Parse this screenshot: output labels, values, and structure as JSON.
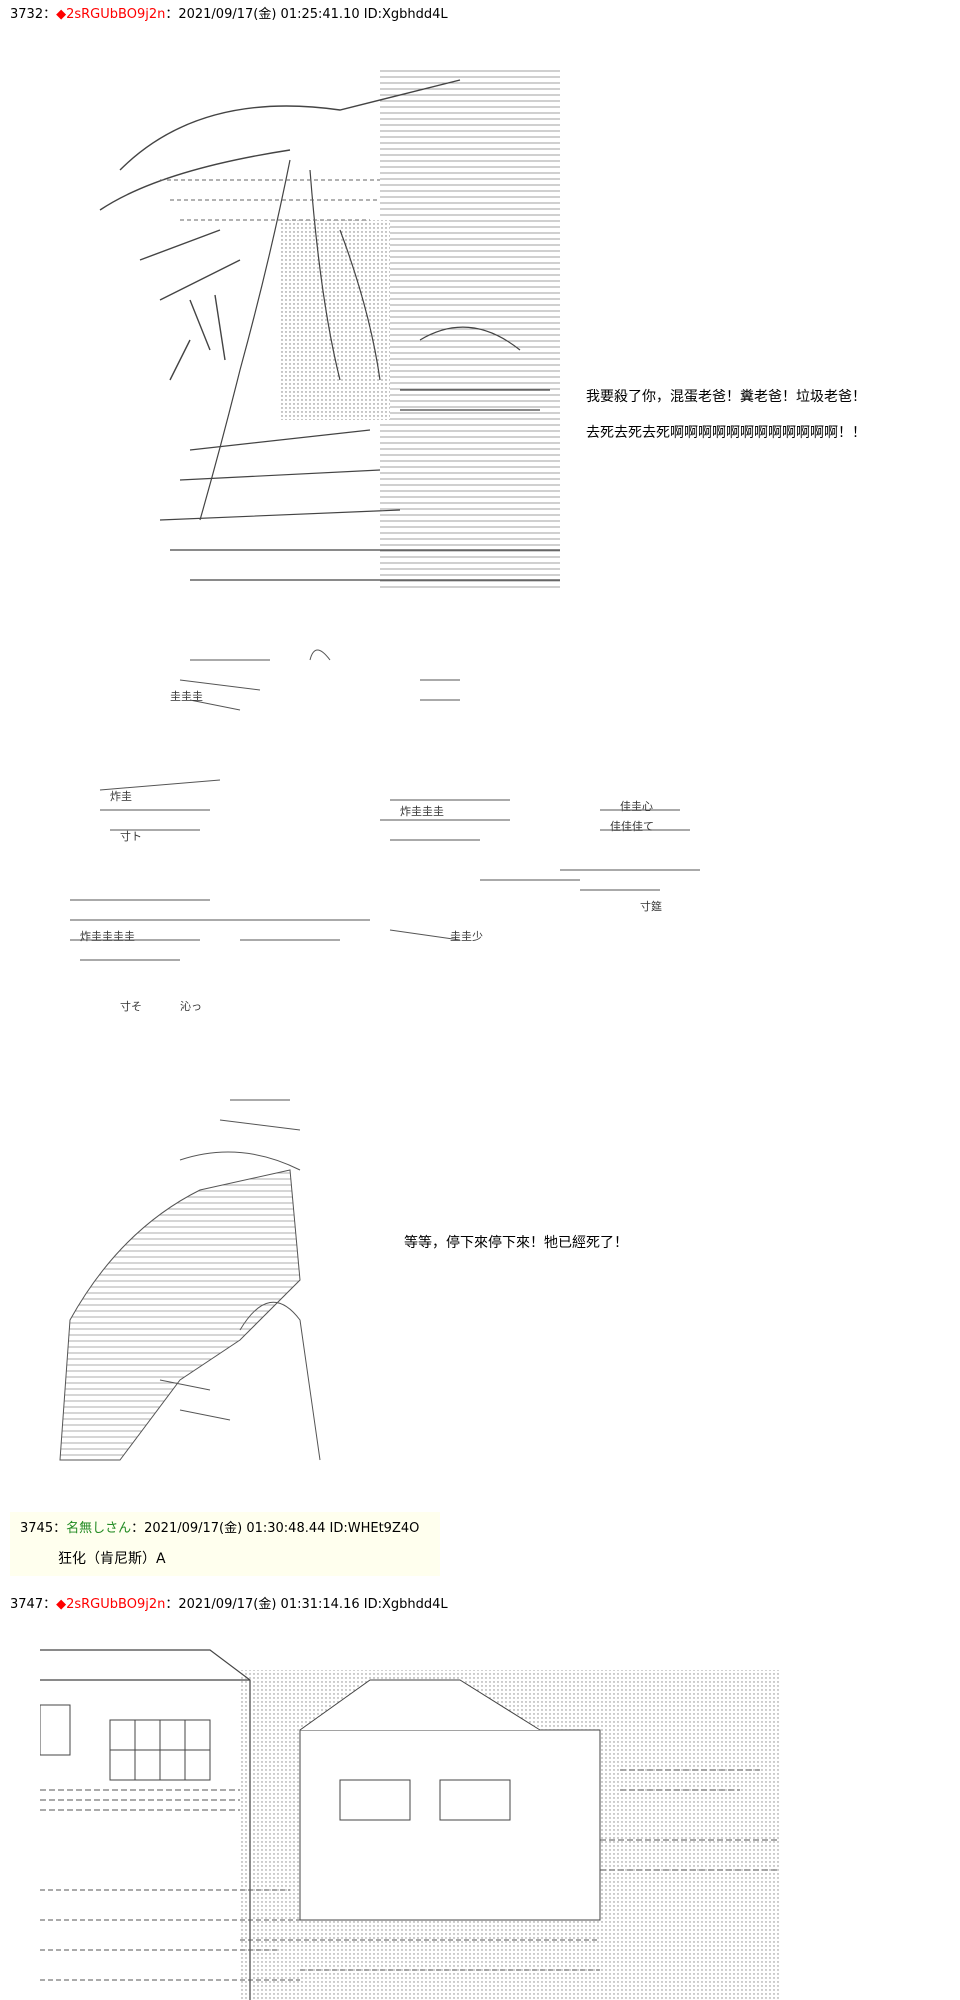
{
  "posts": [
    {
      "number": "3732",
      "separator": "：",
      "diamond": "◆",
      "name": "2sRGUbBO9j2n",
      "datetime": "：2021/09/17(金) 01:25:41.10 ID:Xgbhdd4L",
      "lines": [
        "我要殺了你，混蛋老爸！糞老爸！垃圾老爸！",
        "去死去死去死啊啊啊啊啊啊啊啊啊啊啊啊！！",
        "等等，停下來停下來！牠已經死了！"
      ]
    },
    {
      "number": "3745",
      "separator": "：",
      "name": "名無しさん",
      "datetime": "：2021/09/17(金) 01:30:48.44 ID:WHEt9Z4O",
      "lines": [
        "狂化（肯尼斯）A"
      ]
    },
    {
      "number": "3747",
      "separator": "：",
      "diamond": "◆",
      "name": "2sRGUbBO9j2n",
      "datetime": "：2021/09/17(金) 01:31:14.16 ID:Xgbhdd4L"
    }
  ],
  "art": {
    "scene2_labels": [
      "炸圭",
      "寸ト",
      "圭圭圭",
      "炸圭圭圭",
      "佳圭心",
      "佳佳佳て",
      "圭圭少",
      "寸筵",
      "炸圭圭圭圭",
      "寸そ",
      "沁っ"
    ]
  }
}
